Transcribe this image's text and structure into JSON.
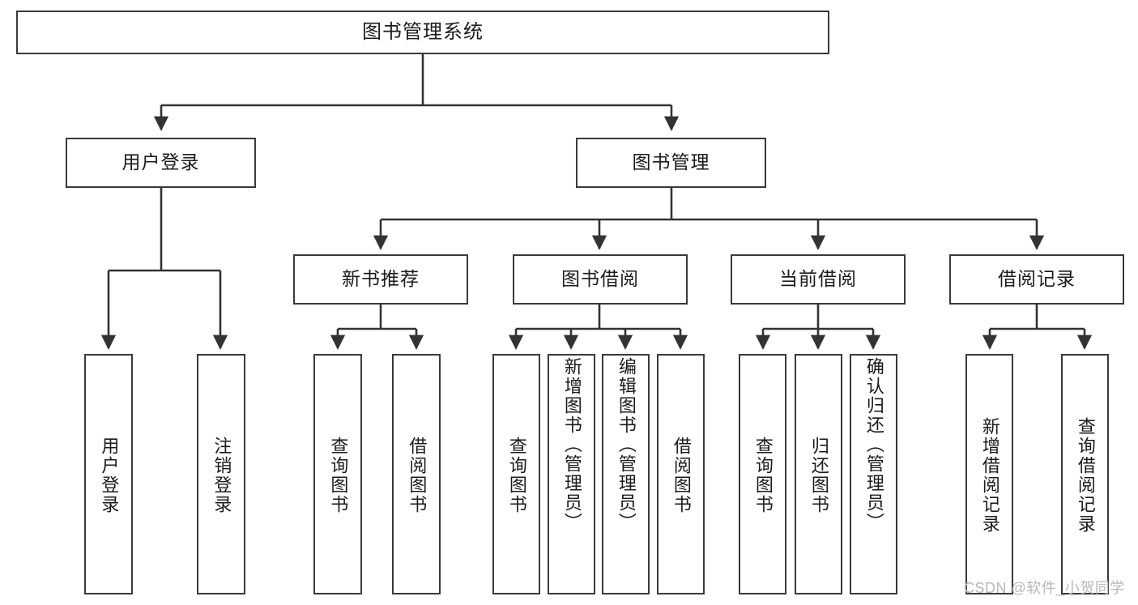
{
  "diagram": {
    "type": "tree-hierarchy-chart",
    "title": "图书管理系统",
    "root": {
      "label": "图书管理系统"
    },
    "level2": [
      {
        "label": "用户登录"
      },
      {
        "label": "图书管理"
      }
    ],
    "level3": [
      {
        "label": "新书推荐"
      },
      {
        "label": "图书借阅"
      },
      {
        "label": "当前借阅"
      },
      {
        "label": "借阅记录"
      }
    ],
    "leaves": {
      "user_login": [
        {
          "label": "用户登录"
        },
        {
          "label": "注销登录"
        }
      ],
      "new_book_recommend": [
        {
          "label": "查询图书"
        },
        {
          "label": "借阅图书"
        }
      ],
      "book_borrow": [
        {
          "label": "查询图书"
        },
        {
          "label": "新增图书（管理员）"
        },
        {
          "label": "编辑图书（管理员）"
        },
        {
          "label": "借阅图书"
        }
      ],
      "current_borrow": [
        {
          "label": "查询图书"
        },
        {
          "label": "归还图书"
        },
        {
          "label": "确认归还（管理员）"
        }
      ],
      "borrow_record": [
        {
          "label": "新增借阅记录"
        },
        {
          "label": "查询借阅记录"
        }
      ]
    }
  },
  "watermark": {
    "text": "CSDN @软件_小贺同学"
  },
  "colors": {
    "box_border": "#3a3a3a",
    "box_fill": "#ffffff",
    "connector": "#333333",
    "text": "#1b1b1b",
    "watermark": "#b8b8b8"
  }
}
